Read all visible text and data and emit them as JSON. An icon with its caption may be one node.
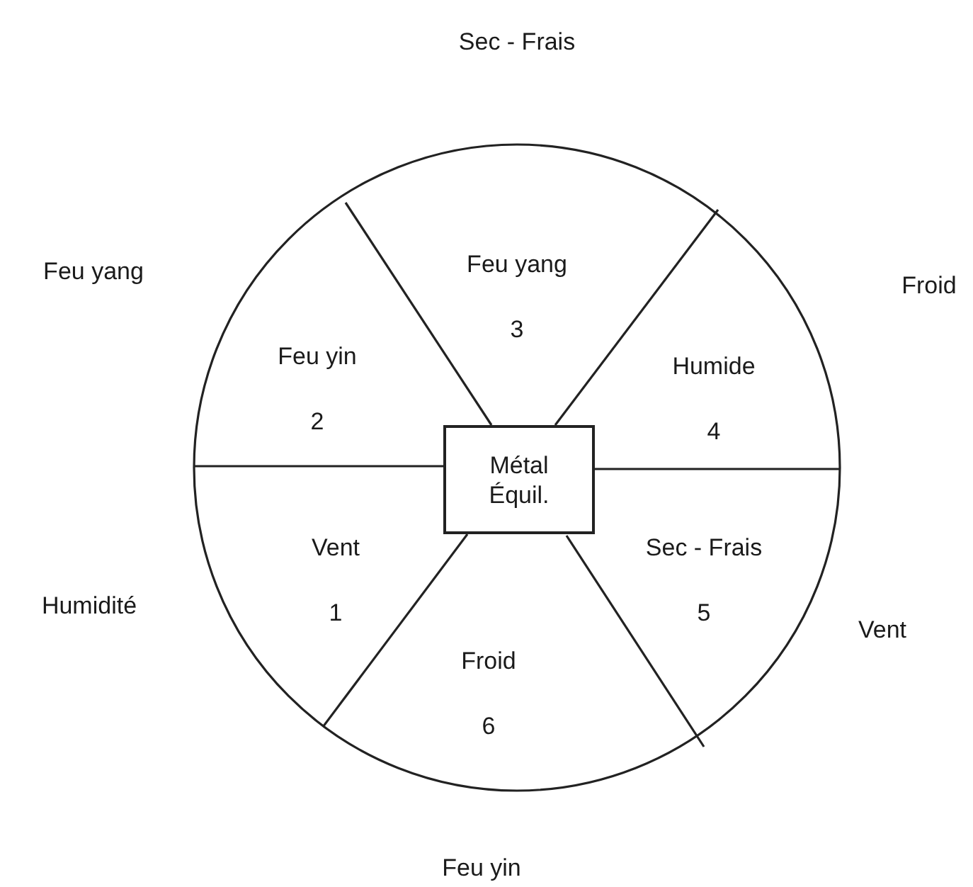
{
  "diagram": {
    "nodes": [
      {
        "text": [],
        "shape": "circle"
      },
      {
        "text": [
          "Feu yang",
          "3"
        ],
        "in": 0
      },
      {
        "text": [
          "Feu yin",
          "2"
        ],
        "in": 0
      },
      {
        "text": [
          "Humide",
          "4"
        ],
        "in": 0
      },
      {
        "text": [
          "Métal Équil."
        ],
        "in": 0
      },
      {
        "text": [
          "Vent",
          "1"
        ],
        "in": 0
      },
      {
        "text": [
          "Sec - Frais",
          "5"
        ],
        "in": 0
      },
      {
        "text": [
          "Froid",
          "6"
        ],
        "in": 0
      }
    ],
    "labels": [
      "Sec - Frais",
      "Feu yang",
      "Froid",
      "Humidité",
      "Vent",
      "Feu yin"
    ]
  }
}
